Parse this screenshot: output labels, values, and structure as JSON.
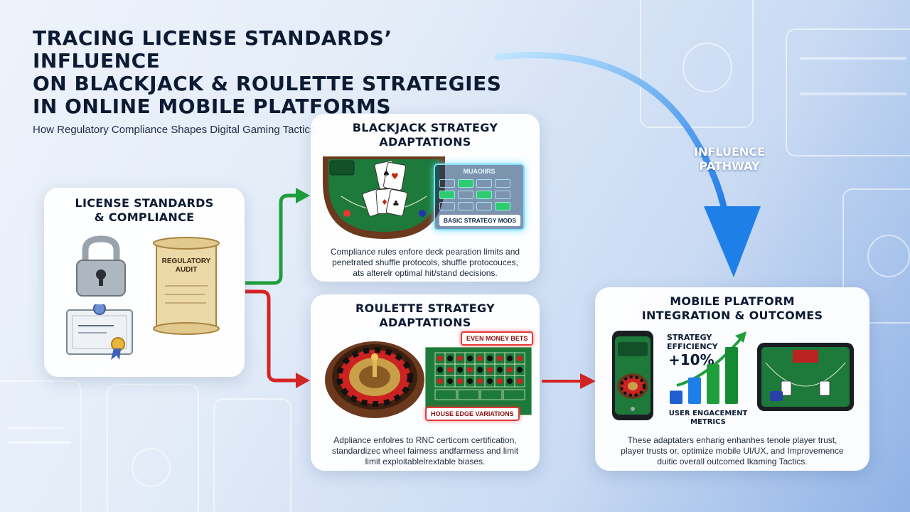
{
  "title": {
    "line1": "TRACING LICENSE STANDARDS’ INFLUENCE",
    "line2": "ON BLACKJACK & ROULETTE STRATEGIES",
    "line3": "IN ONLINE MOBILE PLATFORMS",
    "subtitle": "How Regulatory Compliance Shapes Digital Gaming Tactics."
  },
  "license_card": {
    "title_line1": "LICENSE STANDARDS",
    "title_line2": "& COMPLIANCE",
    "scroll_line1": "REGULATORY",
    "scroll_line2": "AUDIT"
  },
  "blackjack_card": {
    "title_line1": "BLACKJACK STRATEGY",
    "title_line2": "ADAPTATIONS",
    "panel_title": "MUAOIIRS",
    "panel_label": "BASIC STRATEGY MODS",
    "desc_line1": "Compliance rules enfore deck pearation limits and",
    "desc_line2": "penetrated shuffle protocols, shuffle protocouces,",
    "desc_line3": "ats alterelr optimal hit/stand decisions."
  },
  "roulette_card": {
    "title_line1": "ROULETTE STRATEGY",
    "title_line2": "ADAPTATIONS",
    "tag_even": "EVEN MONEY BETS",
    "tag_house": "HOUSE EDGE VARIATIONS",
    "desc_line1": "Adpliance enfolres to RNC certicom certification,",
    "desc_line2": "standardizec wheel fairness andfarmess and limit",
    "desc_line3": "limit exploitablelrextable biases."
  },
  "mobile_card": {
    "title_line1": "MOBILE PLATFORM",
    "title_line2": "INTEGRATION & OUTCOMES",
    "metric_label_line1": "STRATEGY",
    "metric_label_line2": "EFFICIENCY",
    "metric_value": "+10%",
    "engagement_line1": "USER ENGACEMENT",
    "engagement_line2": "METRICS",
    "desc_line1": "These adaptaters enharig enhanhes tenole player trust,",
    "desc_line2": "player trusts or, optimize mobile UI/UX, and Improvemence",
    "desc_line3": "duitic overall outcomed Ikaming Tactics."
  },
  "pathway": {
    "label_line1": "INFLUENCE",
    "label_line2": "PATHWAY"
  },
  "chart_data": {
    "type": "bar",
    "values": [
      1,
      2,
      3,
      4.3
    ]
  },
  "colors": {
    "green_arrow": "#1f9e3c",
    "red_arrow": "#d62424",
    "blue_arrow": "#1e7fe8",
    "felt": "#1d7a3a",
    "wood": "#6b3a1e",
    "gold": "#c8a04a"
  }
}
